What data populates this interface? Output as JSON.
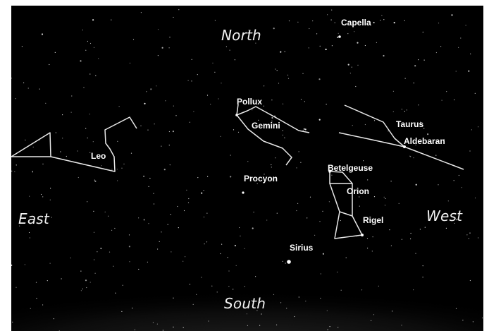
{
  "directions": {
    "north": "North",
    "south": "South",
    "east": "East",
    "west": "West"
  },
  "stars": {
    "capella": "Capella",
    "pollux": "Pollux",
    "procyon": "Procyon",
    "betelgeuse": "Betelgeuse",
    "aldebaran": "Aldebaran",
    "rigel": "Rigel",
    "sirius": "Sirius"
  },
  "constellations": {
    "leo": "Leo",
    "gemini": "Gemini",
    "taurus": "Taurus",
    "orion": "Orion"
  },
  "colors": {
    "sky": "#000000",
    "lines": "#e8e8e8",
    "labels": "#ffffff"
  }
}
